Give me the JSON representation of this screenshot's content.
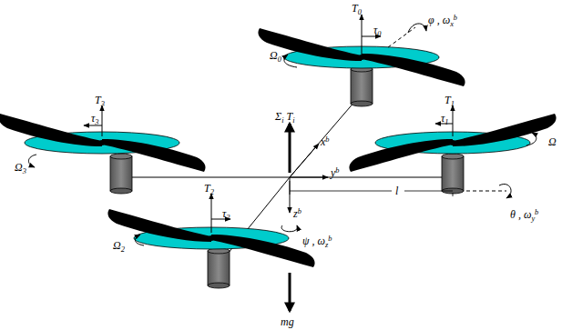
{
  "diagram": {
    "labels": [
      "T0",
      "τ0",
      "φ , ωxb",
      "Ω0",
      "T3",
      "τ3",
      "Ω3",
      "Σi Ti",
      "xb",
      "yb",
      "T1",
      "τ1",
      "Ω",
      "zb",
      "l",
      "θ , ωyb",
      "T2",
      "τ2",
      "Ω2",
      "ψ , ωzb",
      "mg"
    ]
  }
}
